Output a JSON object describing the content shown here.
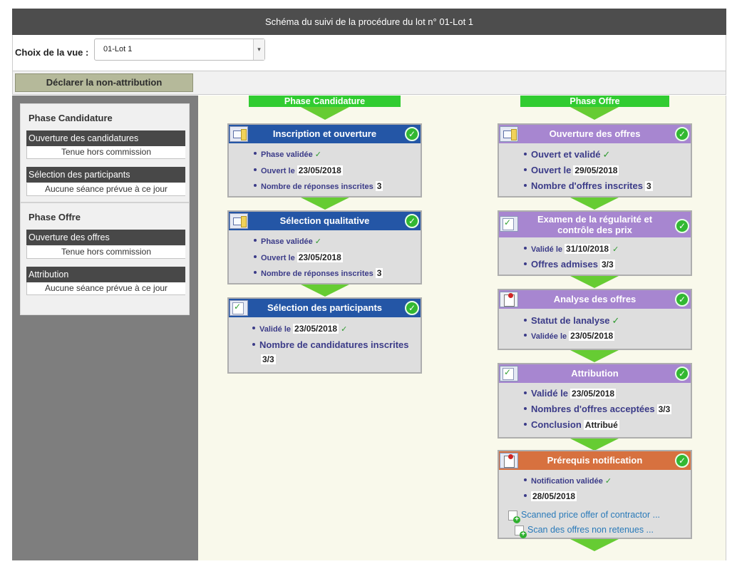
{
  "header": {
    "title": "Schéma du suivi de la procédure du lot n° 01-Lot 1"
  },
  "view": {
    "label": "Choix de la vue :",
    "selected": "01-Lot 1"
  },
  "actions": {
    "non_attribution": "Déclarer la non-attribution"
  },
  "sidebar": {
    "phase1": "Phase Candidature",
    "step1": "Ouverture des candidatures",
    "step1_sub": "Tenue hors commission",
    "step2": "Sélection des participants",
    "step2_sub": "Aucune séance prévue à ce jour",
    "phase2": "Phase Offre",
    "step3": "Ouverture des offres",
    "step3_sub": "Tenue hors commission",
    "step4": "Attribution",
    "step4_sub": "Aucune séance prévue à ce jour"
  },
  "candidature": {
    "banner": "Phase Candidature",
    "b1": {
      "title": "Inscription et ouverture",
      "r1": "Phase validée",
      "r2": "Ouvert le",
      "r2v": "23/05/2018",
      "r3": "Nombre de réponses inscrites",
      "r3v": "3"
    },
    "b2": {
      "title": "Sélection qualitative",
      "r1": "Phase validée",
      "r2": "Ouvert le",
      "r2v": "23/05/2018",
      "r3": "Nombre de réponses inscrites",
      "r3v": "3"
    },
    "b3": {
      "title": "Sélection des participants",
      "r1": "Validé le",
      "r1v": "23/05/2018",
      "r2": "Nombre de candidatures inscrites",
      "r2v": "3/3"
    }
  },
  "offre": {
    "banner": "Phase Offre",
    "b1": {
      "title": "Ouverture des offres",
      "r1": "Ouvert et validé",
      "r2": "Ouvert le",
      "r2v": "29/05/2018",
      "r3": "Nombre d'offres inscrites",
      "r3v": "3"
    },
    "b2": {
      "title_l1": "Examen de la régularité et",
      "title_l2": "contrôle des prix",
      "r1": "Validé le",
      "r1v": "31/10/2018",
      "r2": "Offres admises",
      "r2v": "3/3"
    },
    "b3": {
      "title": "Analyse des offres",
      "r1": "Statut de lanalyse",
      "r2": "Validée le",
      "r2v": "23/05/2018"
    },
    "b4": {
      "title": "Attribution",
      "r1": "Validé le",
      "r1v": "23/05/2018",
      "r2": "Nombres d'offres acceptées",
      "r2v": "3/3",
      "r3": "Conclusion",
      "r3v": "Attribué"
    },
    "b5": {
      "title": "Prérequis notification",
      "r1": "Notification validée",
      "r2v": "28/05/2018",
      "link1": "Scanned price offer of contractor ...",
      "link2": "Scan des offres non retenues ..."
    }
  },
  "colors": {
    "blue_header": "#2456a6",
    "purple_header": "#a786d0",
    "orange_header": "#d7713f",
    "phase_green": "#31cc31",
    "label_text": "#3b3b88"
  }
}
